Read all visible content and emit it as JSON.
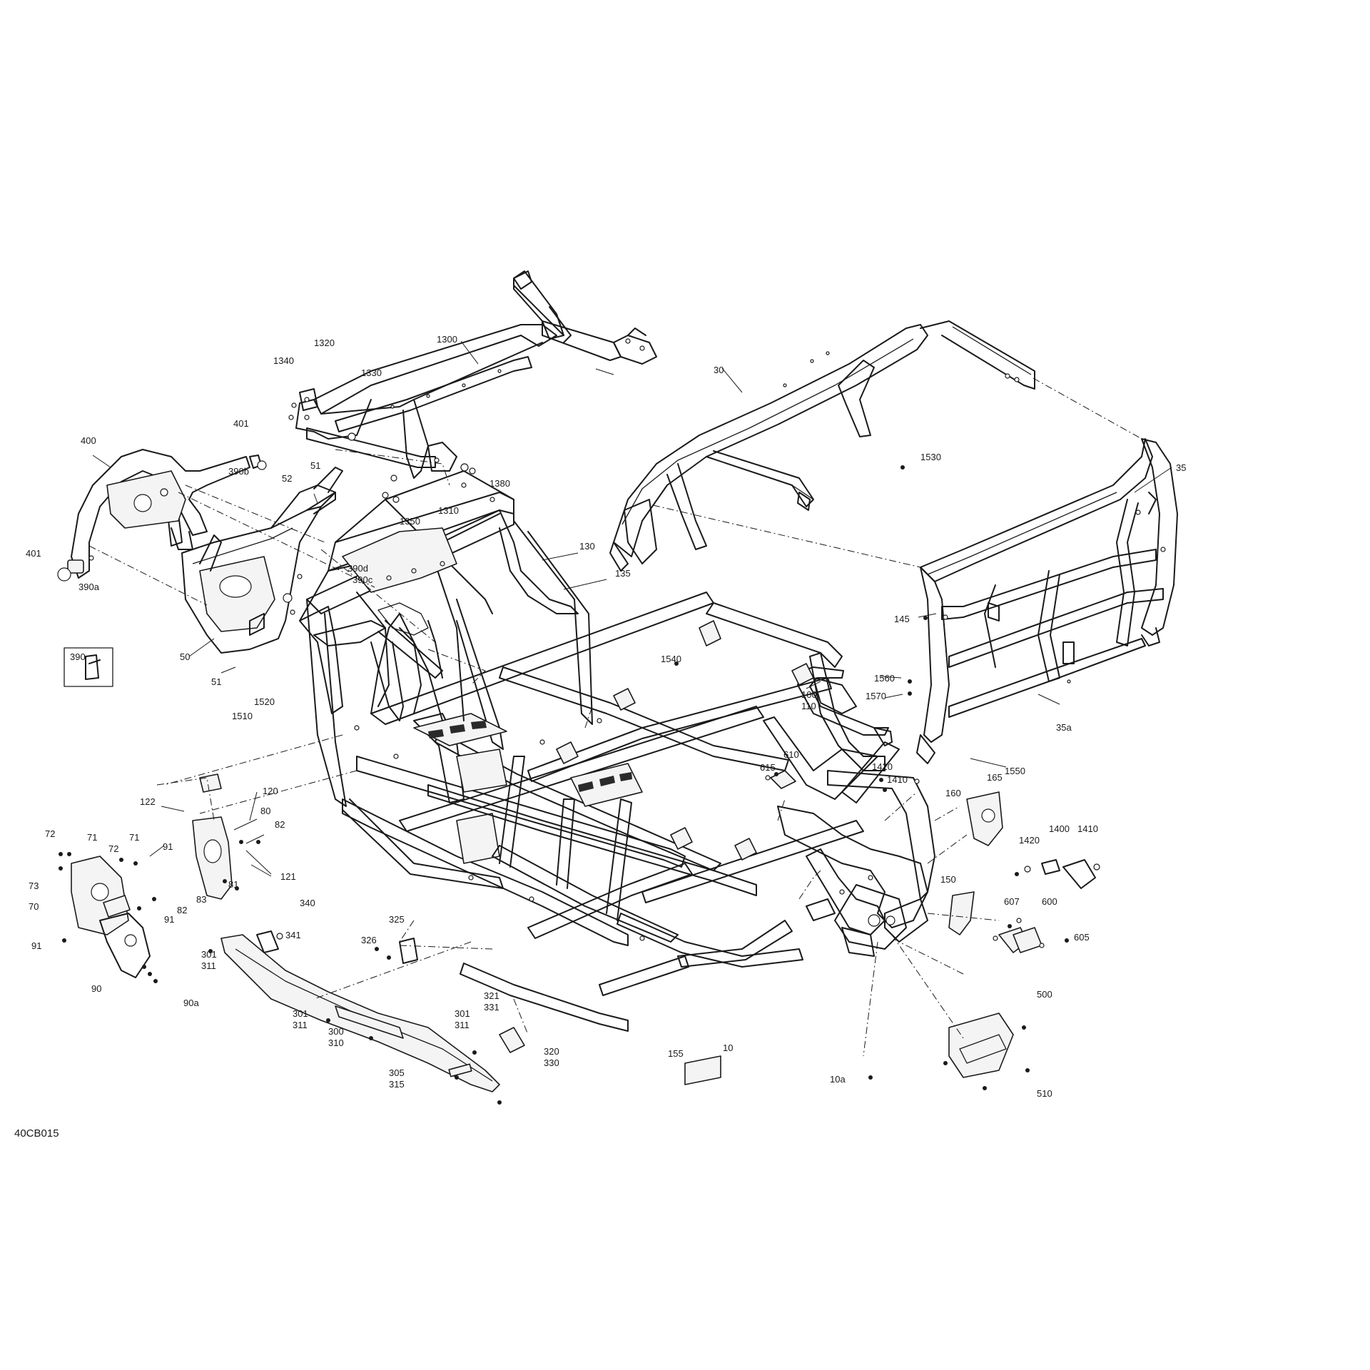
{
  "figure_code": "40CB015",
  "callouts": {
    "c10": "10",
    "c10a": "10a",
    "c30": "30",
    "c35": "35",
    "c35a": "35a",
    "c50": "50",
    "c51a": "51",
    "c51b": "51",
    "c52": "52",
    "c70": "70",
    "c71a": "71",
    "c71b": "71",
    "c72a": "72",
    "c72b": "72",
    "c73": "73",
    "c80": "80",
    "c81": "81",
    "c82a": "82",
    "c82b": "82",
    "c83": "83",
    "c90": "90",
    "c90a": "90a",
    "c91a": "91",
    "c91b": "91",
    "c91c": "91",
    "c100": "100",
    "c110": "110",
    "c120": "120",
    "c121": "121",
    "c122": "122",
    "c130": "130",
    "c135": "135",
    "c145": "145",
    "c150": "150",
    "c155": "155",
    "c160": "160",
    "c165": "165",
    "c300": "300",
    "c301a": "301",
    "c301b": "301",
    "c301c": "301",
    "c305": "305",
    "c310": "310",
    "c311a": "311",
    "c311b": "311",
    "c311c": "311",
    "c315": "315",
    "c320": "320",
    "c321": "321",
    "c325": "325",
    "c326": "326",
    "c330": "330",
    "c331": "331",
    "c340": "340",
    "c341": "341",
    "c390": "390",
    "c390a": "390a",
    "c390b": "390b",
    "c390c": "390c",
    "c390d": "390d",
    "c400": "400",
    "c401a": "401",
    "c401b": "401",
    "c500": "500",
    "c510": "510",
    "c600": "600",
    "c605": "605",
    "c607": "607",
    "c610": "610",
    "c615": "615",
    "c1300": "1300",
    "c1310": "1310",
    "c1320": "1320",
    "c1330": "1330",
    "c1340": "1340",
    "c1350": "1350",
    "c1380": "1380",
    "c1400": "1400",
    "c1410a": "1410",
    "c1410b": "1410",
    "c1420a": "1420",
    "c1420b": "1420",
    "c1510": "1510",
    "c1520": "1520",
    "c1530": "1530",
    "c1540": "1540",
    "c1550": "1550",
    "c1560": "1560",
    "c1570": "1570"
  }
}
